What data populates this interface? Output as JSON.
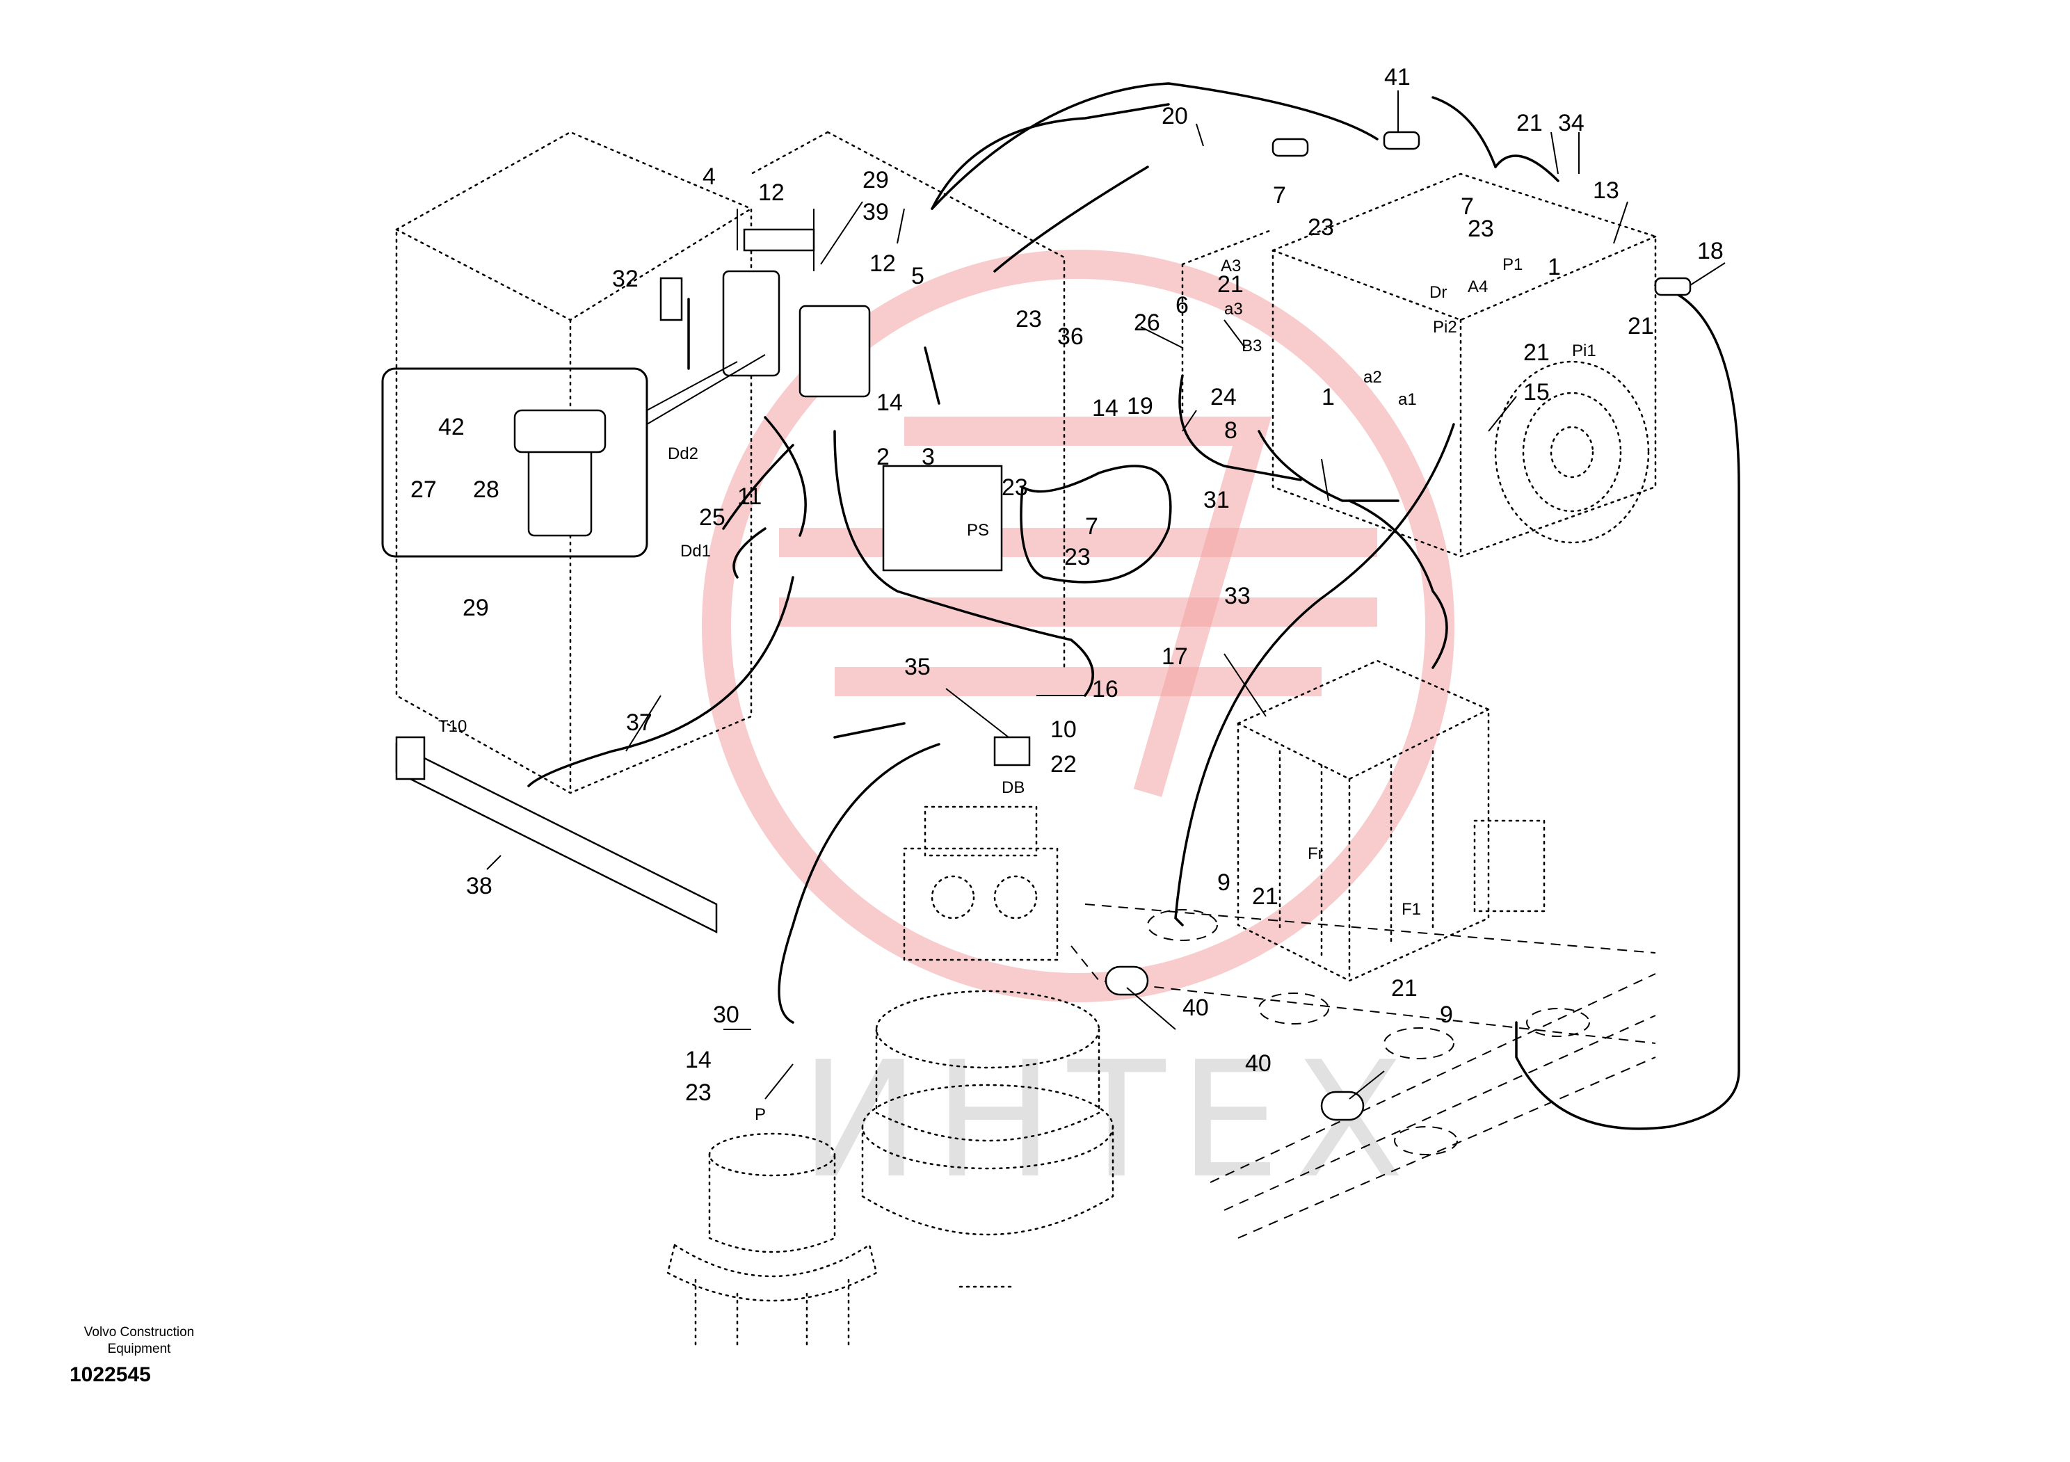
{
  "footer": {
    "company_line1": "Volvo Construction",
    "company_line2": "Equipment",
    "doc_number": "1022545"
  },
  "watermark": {
    "text": "ИНТЕХ",
    "color": "#f2a3a3"
  },
  "callouts": {
    "c41": "41",
    "c20": "20",
    "c21a": "21",
    "c34": "34",
    "c13": "13",
    "c18": "18",
    "c7a": "7",
    "c23a": "23",
    "c7b": "7",
    "c23b": "23",
    "c4": "4",
    "c12a": "12",
    "c29a": "29",
    "c39": "39",
    "c32": "32",
    "c12b": "12",
    "c5": "5",
    "c23c": "23",
    "c36": "36",
    "c14a": "14",
    "c14b": "14",
    "c2": "2",
    "c3": "3",
    "c23d": "23",
    "c42": "42",
    "c27": "27",
    "c28": "28",
    "c26": "26",
    "c6": "6",
    "c21b": "21",
    "c19": "19",
    "c24": "24",
    "c8": "8",
    "c1a": "1",
    "c1b": "1",
    "c21c": "21",
    "c21d": "21",
    "c15": "15",
    "c31": "31",
    "c25": "25",
    "c11": "11",
    "c7c": "7",
    "c23e": "23",
    "c33": "33",
    "c17": "17",
    "c29b": "29",
    "c37": "37",
    "c35": "35",
    "c16": "16",
    "c10": "10",
    "c22": "22",
    "c38": "38",
    "c9a": "9",
    "c21e": "21",
    "c21f": "21",
    "c9b": "9",
    "c40a": "40",
    "c40b": "40",
    "c30": "30",
    "c14c": "14",
    "c23f": "23"
  },
  "ports": {
    "A3": "A3",
    "Dr": "Dr",
    "A4": "A4",
    "P1": "P1",
    "Pi2": "Pi2",
    "Pi1": "Pi1",
    "a3": "a3",
    "B3": "B3",
    "a2": "a2",
    "a1": "a1",
    "Dd2": "Dd2",
    "Dd1": "Dd1",
    "PS": "PS",
    "T10": "T10",
    "DB": "DB",
    "Fr": "Fr",
    "F1": "F1",
    "P": "P"
  }
}
